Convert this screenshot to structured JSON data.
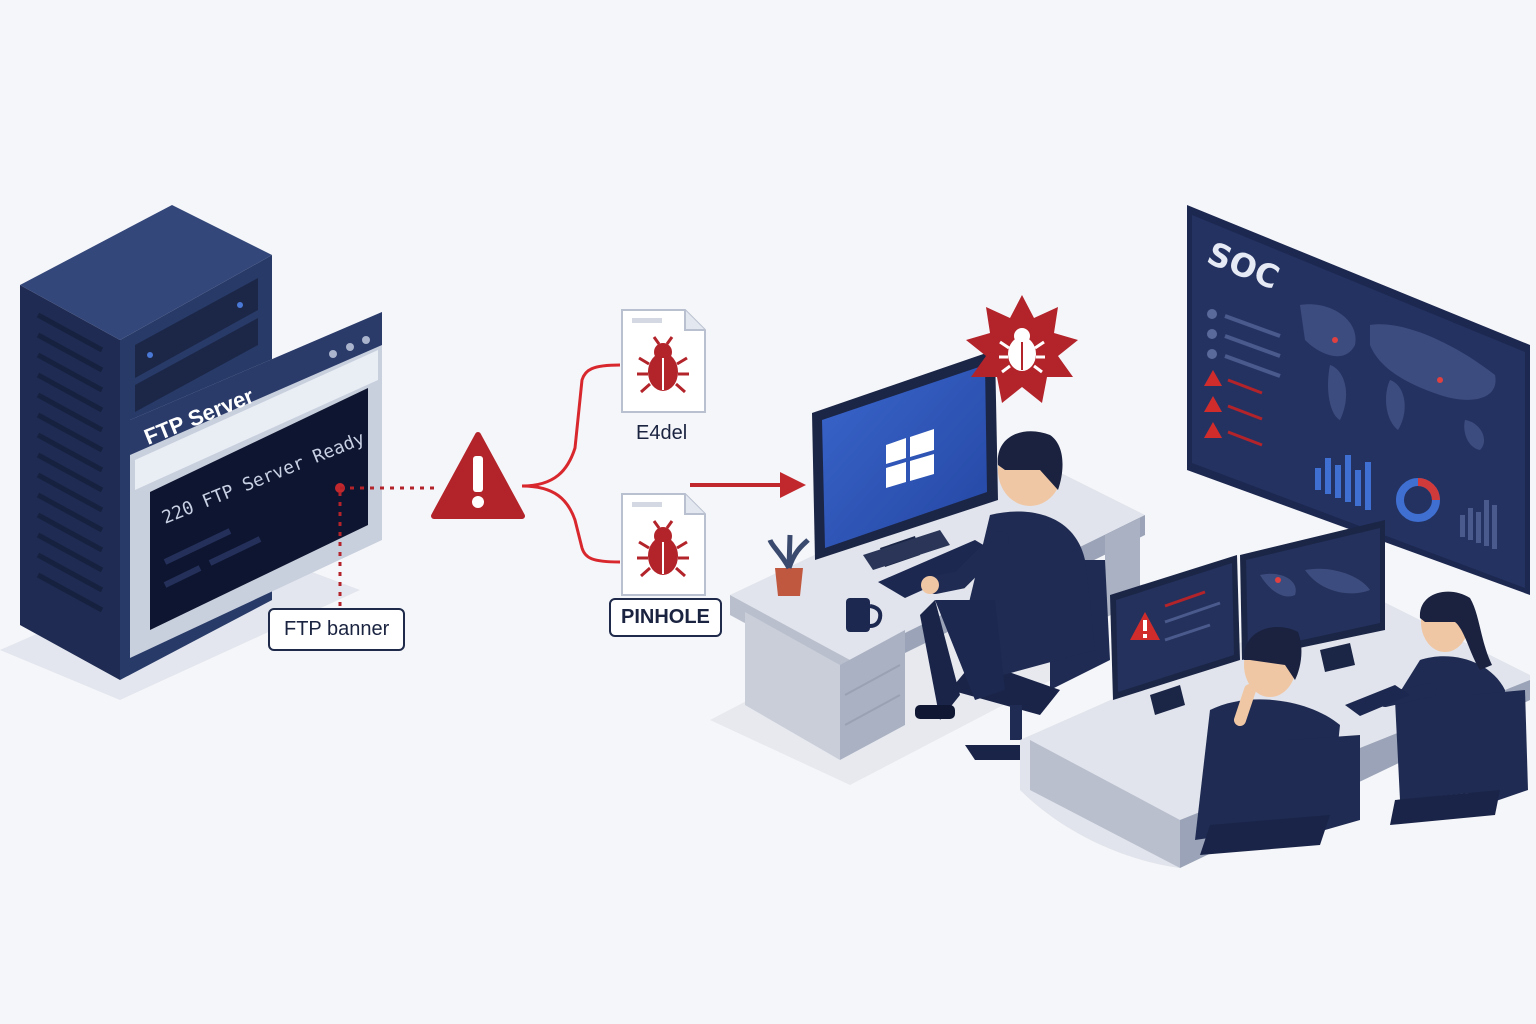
{
  "server": {
    "window_title": "FTP Server",
    "banner_text": "220  FTP Server Ready",
    "annotation": "FTP banner"
  },
  "malware": [
    {
      "name": "E4del",
      "icon": "bug-icon"
    },
    {
      "name": "PINHOLE",
      "icon": "bug-icon"
    }
  ],
  "soc": {
    "screen_title": "SOC"
  },
  "colors": {
    "navy": "#1e2b52",
    "threat_red": "#b3232a",
    "screen_blue": "#2f56b8"
  }
}
